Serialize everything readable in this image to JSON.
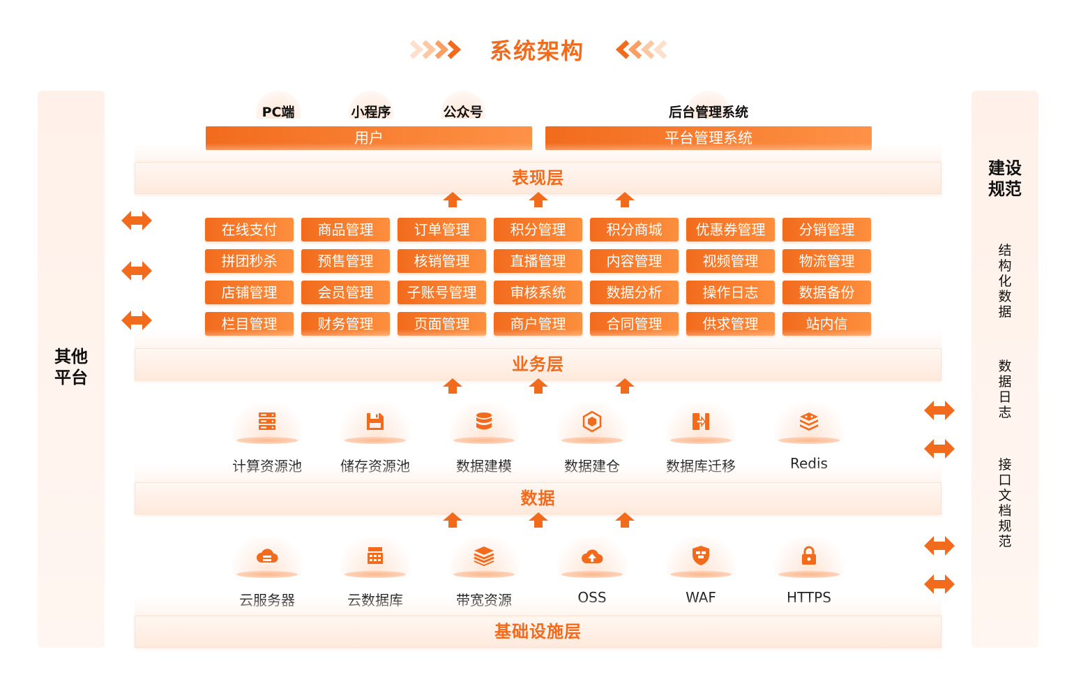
{
  "title": "系统架构",
  "colors": {
    "accent": "#f26b1d",
    "accent_light": "#fd9247",
    "panel": "#fff1e9"
  },
  "left_column": {
    "label": "其他\n平台"
  },
  "right_column": {
    "title": "建设\n规范",
    "items": [
      "结构化数据",
      "数据日志",
      "接口文档规范"
    ]
  },
  "clients": {
    "user_channels": [
      "PC端",
      "小程序",
      "公众号"
    ],
    "user_bar": "用户",
    "admin_channel": "后台管理系统",
    "admin_bar": "平台管理系统"
  },
  "layers": {
    "presentation": "表现层",
    "business": "业务层",
    "data": "数据",
    "infrastructure": "基础设施层"
  },
  "business_modules": [
    [
      "在线支付",
      "商品管理",
      "订单管理",
      "积分管理",
      "积分商城",
      "优惠券管理",
      "分销管理"
    ],
    [
      "拼团秒杀",
      "预售管理",
      "核销管理",
      "直播管理",
      "内容管理",
      "视频管理",
      "物流管理"
    ],
    [
      "店铺管理",
      "会员管理",
      "子账号管理",
      "审核系统",
      "数据分析",
      "操作日志",
      "数据备份"
    ],
    [
      "栏目管理",
      "财务管理",
      "页面管理",
      "商户管理",
      "合同管理",
      "供求管理",
      "站内信"
    ]
  ],
  "data_items": [
    {
      "label": "计算资源池",
      "icon": "server-rack-icon"
    },
    {
      "label": "储存资源池",
      "icon": "floppy-disk-icon"
    },
    {
      "label": "数据建模",
      "icon": "database-icon"
    },
    {
      "label": "数据建仓",
      "icon": "cube-icon"
    },
    {
      "label": "数据库迁移",
      "icon": "migrate-icon"
    },
    {
      "label": "Redis",
      "icon": "redis-layers-icon"
    }
  ],
  "infra_items": [
    {
      "label": "云服务器",
      "icon": "cloud-server-icon"
    },
    {
      "label": "云数据库",
      "icon": "cloud-database-icon"
    },
    {
      "label": "带宽资源",
      "icon": "bandwidth-layers-icon"
    },
    {
      "label": "OSS",
      "icon": "cloud-upload-icon"
    },
    {
      "label": "WAF",
      "icon": "firewall-shield-icon"
    },
    {
      "label": "HTTPS",
      "icon": "lock-icon"
    }
  ]
}
